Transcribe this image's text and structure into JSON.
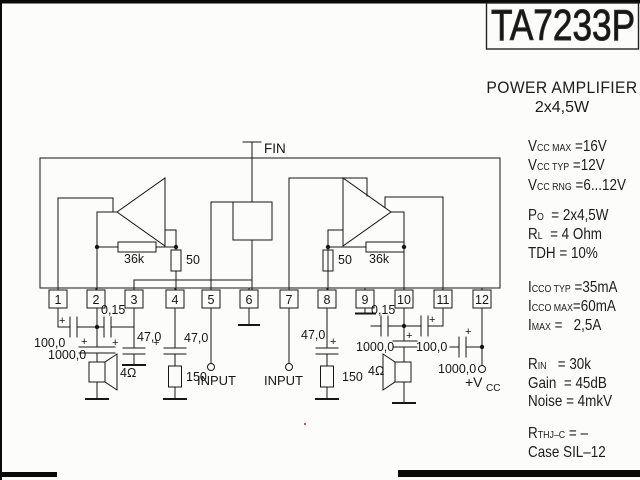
{
  "title": "TA7233P",
  "heading": {
    "line1": "POWER AMPLIFIER",
    "line2": "2x4,5W"
  },
  "specs": [
    {
      "lines": [
        [
          {
            "t": "V"
          },
          {
            "t": "CC MAX",
            "s": 1
          },
          {
            "t": " =16V"
          }
        ],
        [
          {
            "t": "V"
          },
          {
            "t": "CC TYP",
            "s": 1
          },
          {
            "t": " =12V"
          }
        ],
        [
          {
            "t": "V"
          },
          {
            "t": "CC RNG",
            "s": 1
          },
          {
            "t": " =6...12V"
          }
        ]
      ]
    },
    {
      "lines": [
        [
          {
            "t": "P"
          },
          {
            "t": "O",
            "s": 1
          },
          {
            "t": "  = 2x4,5W"
          }
        ],
        [
          {
            "t": "R"
          },
          {
            "t": "L",
            "s": 1
          },
          {
            "t": "  = 4 Ohm"
          }
        ],
        [
          {
            "t": "TDH = 10%"
          }
        ]
      ]
    },
    {
      "lines": [
        [
          {
            "t": "I"
          },
          {
            "t": "CCO TYP",
            "s": 1
          },
          {
            "t": " =35mA"
          }
        ],
        [
          {
            "t": "I"
          },
          {
            "t": "CCO MAX",
            "s": 1
          },
          {
            "t": "=60mA"
          }
        ],
        [
          {
            "t": "I"
          },
          {
            "t": "MAX",
            "s": 1
          },
          {
            "t": " =   2,5A"
          }
        ]
      ]
    },
    {
      "lines": [
        [
          {
            "t": "R"
          },
          {
            "t": "IN",
            "s": 1
          },
          {
            "t": "   = 30k"
          }
        ],
        [
          {
            "t": "Gain  = 45dB"
          }
        ],
        [
          {
            "t": "Noise = 4mkV"
          }
        ]
      ]
    },
    {
      "lines": [
        [
          {
            "t": "R"
          },
          {
            "t": "THJ–C",
            "s": 1
          },
          {
            "t": " = –"
          }
        ],
        [
          {
            "t": "Case SIL–12"
          }
        ]
      ]
    }
  ],
  "schematic": {
    "fin_label": "FIN",
    "pins": [
      "1",
      "2",
      "3",
      "4",
      "5",
      "6",
      "7",
      "8",
      "9",
      "10",
      "11",
      "12"
    ],
    "labels": {
      "plus": "+",
      "fb_left": "36k",
      "deg_left": "50",
      "deg_right": "50",
      "fb_right": "36k",
      "cap_pin1": "100,0",
      "cap_015_left": "0,15",
      "cap_1000_left": "1000,0",
      "speaker_left": "4Ω",
      "cap_pin3": "47,0",
      "cap_pin4": "47,0",
      "res_pin4": "150",
      "input_left": "INPUT",
      "input_right": "INPUT",
      "cap_pin8": "47,0",
      "res_pin8": "150",
      "cap_015_right": "0,15",
      "cap_1000_right": "1000,0",
      "cap_pin11": "100,0",
      "speaker_right": "4Ω",
      "cap_supply": "1000,0",
      "vcc": "+V",
      "vcc_sub": "CC"
    }
  }
}
